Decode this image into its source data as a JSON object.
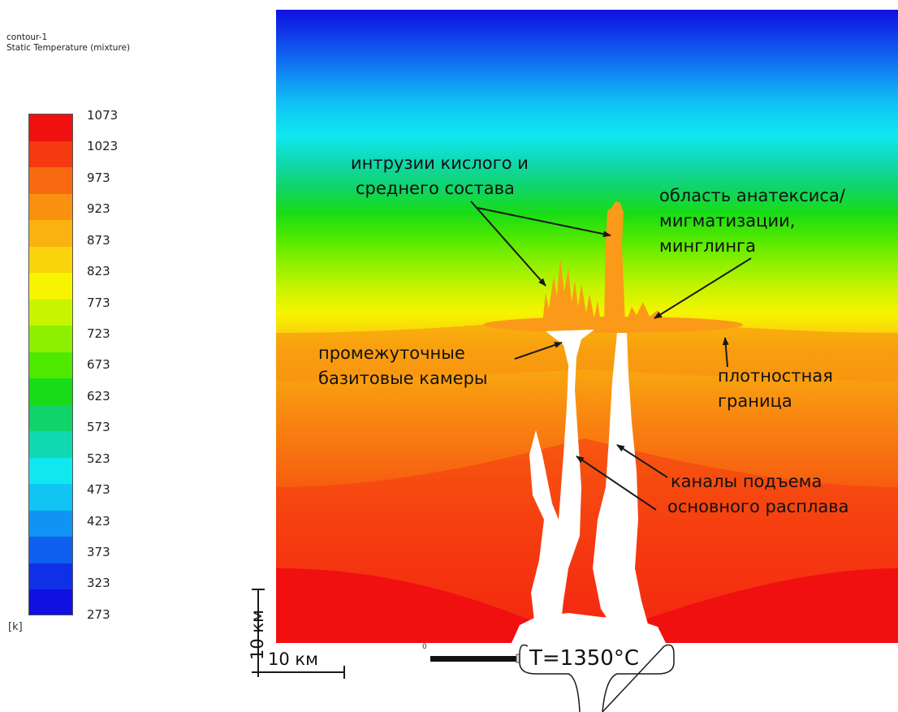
{
  "legend": {
    "name": "contour-1",
    "quantity": "Static Temperature (mixture)",
    "unit": "[k]",
    "ticks": [
      "1073",
      "1023",
      "973",
      "923",
      "873",
      "823",
      "773",
      "723",
      "673",
      "623",
      "573",
      "523",
      "473",
      "423",
      "373",
      "323",
      "273"
    ],
    "band_colors": [
      "#f01010",
      "#f53a10",
      "#f76a10",
      "#f99010",
      "#f9b210",
      "#fad40a",
      "#f7f400",
      "#c8f400",
      "#8ef000",
      "#4ee800",
      "#18dc18",
      "#10d46a",
      "#10d8b0",
      "#10e8f0",
      "#10c4f4",
      "#1094f4",
      "#1060f0",
      "#1030e8",
      "#1010e0"
    ]
  },
  "annotations": {
    "intrusions": [
      "интрузии кислого и",
      "среднего состава"
    ],
    "anatexis": [
      "область анатексиса/",
      "мигматизации,",
      "минглинга"
    ],
    "chambers": [
      "промежуточные",
      "базитовые камеры"
    ],
    "density": [
      "плотностная",
      "граница"
    ],
    "channels": [
      "каналы подъема",
      "основного расплава"
    ]
  },
  "scale": {
    "vertical": "10 км",
    "horizontal": "10 км",
    "origin": "0"
  },
  "source_temperature": "T=1350°C",
  "colors": {
    "plume": "#ffffff",
    "arrow": "#1a1a1a"
  }
}
